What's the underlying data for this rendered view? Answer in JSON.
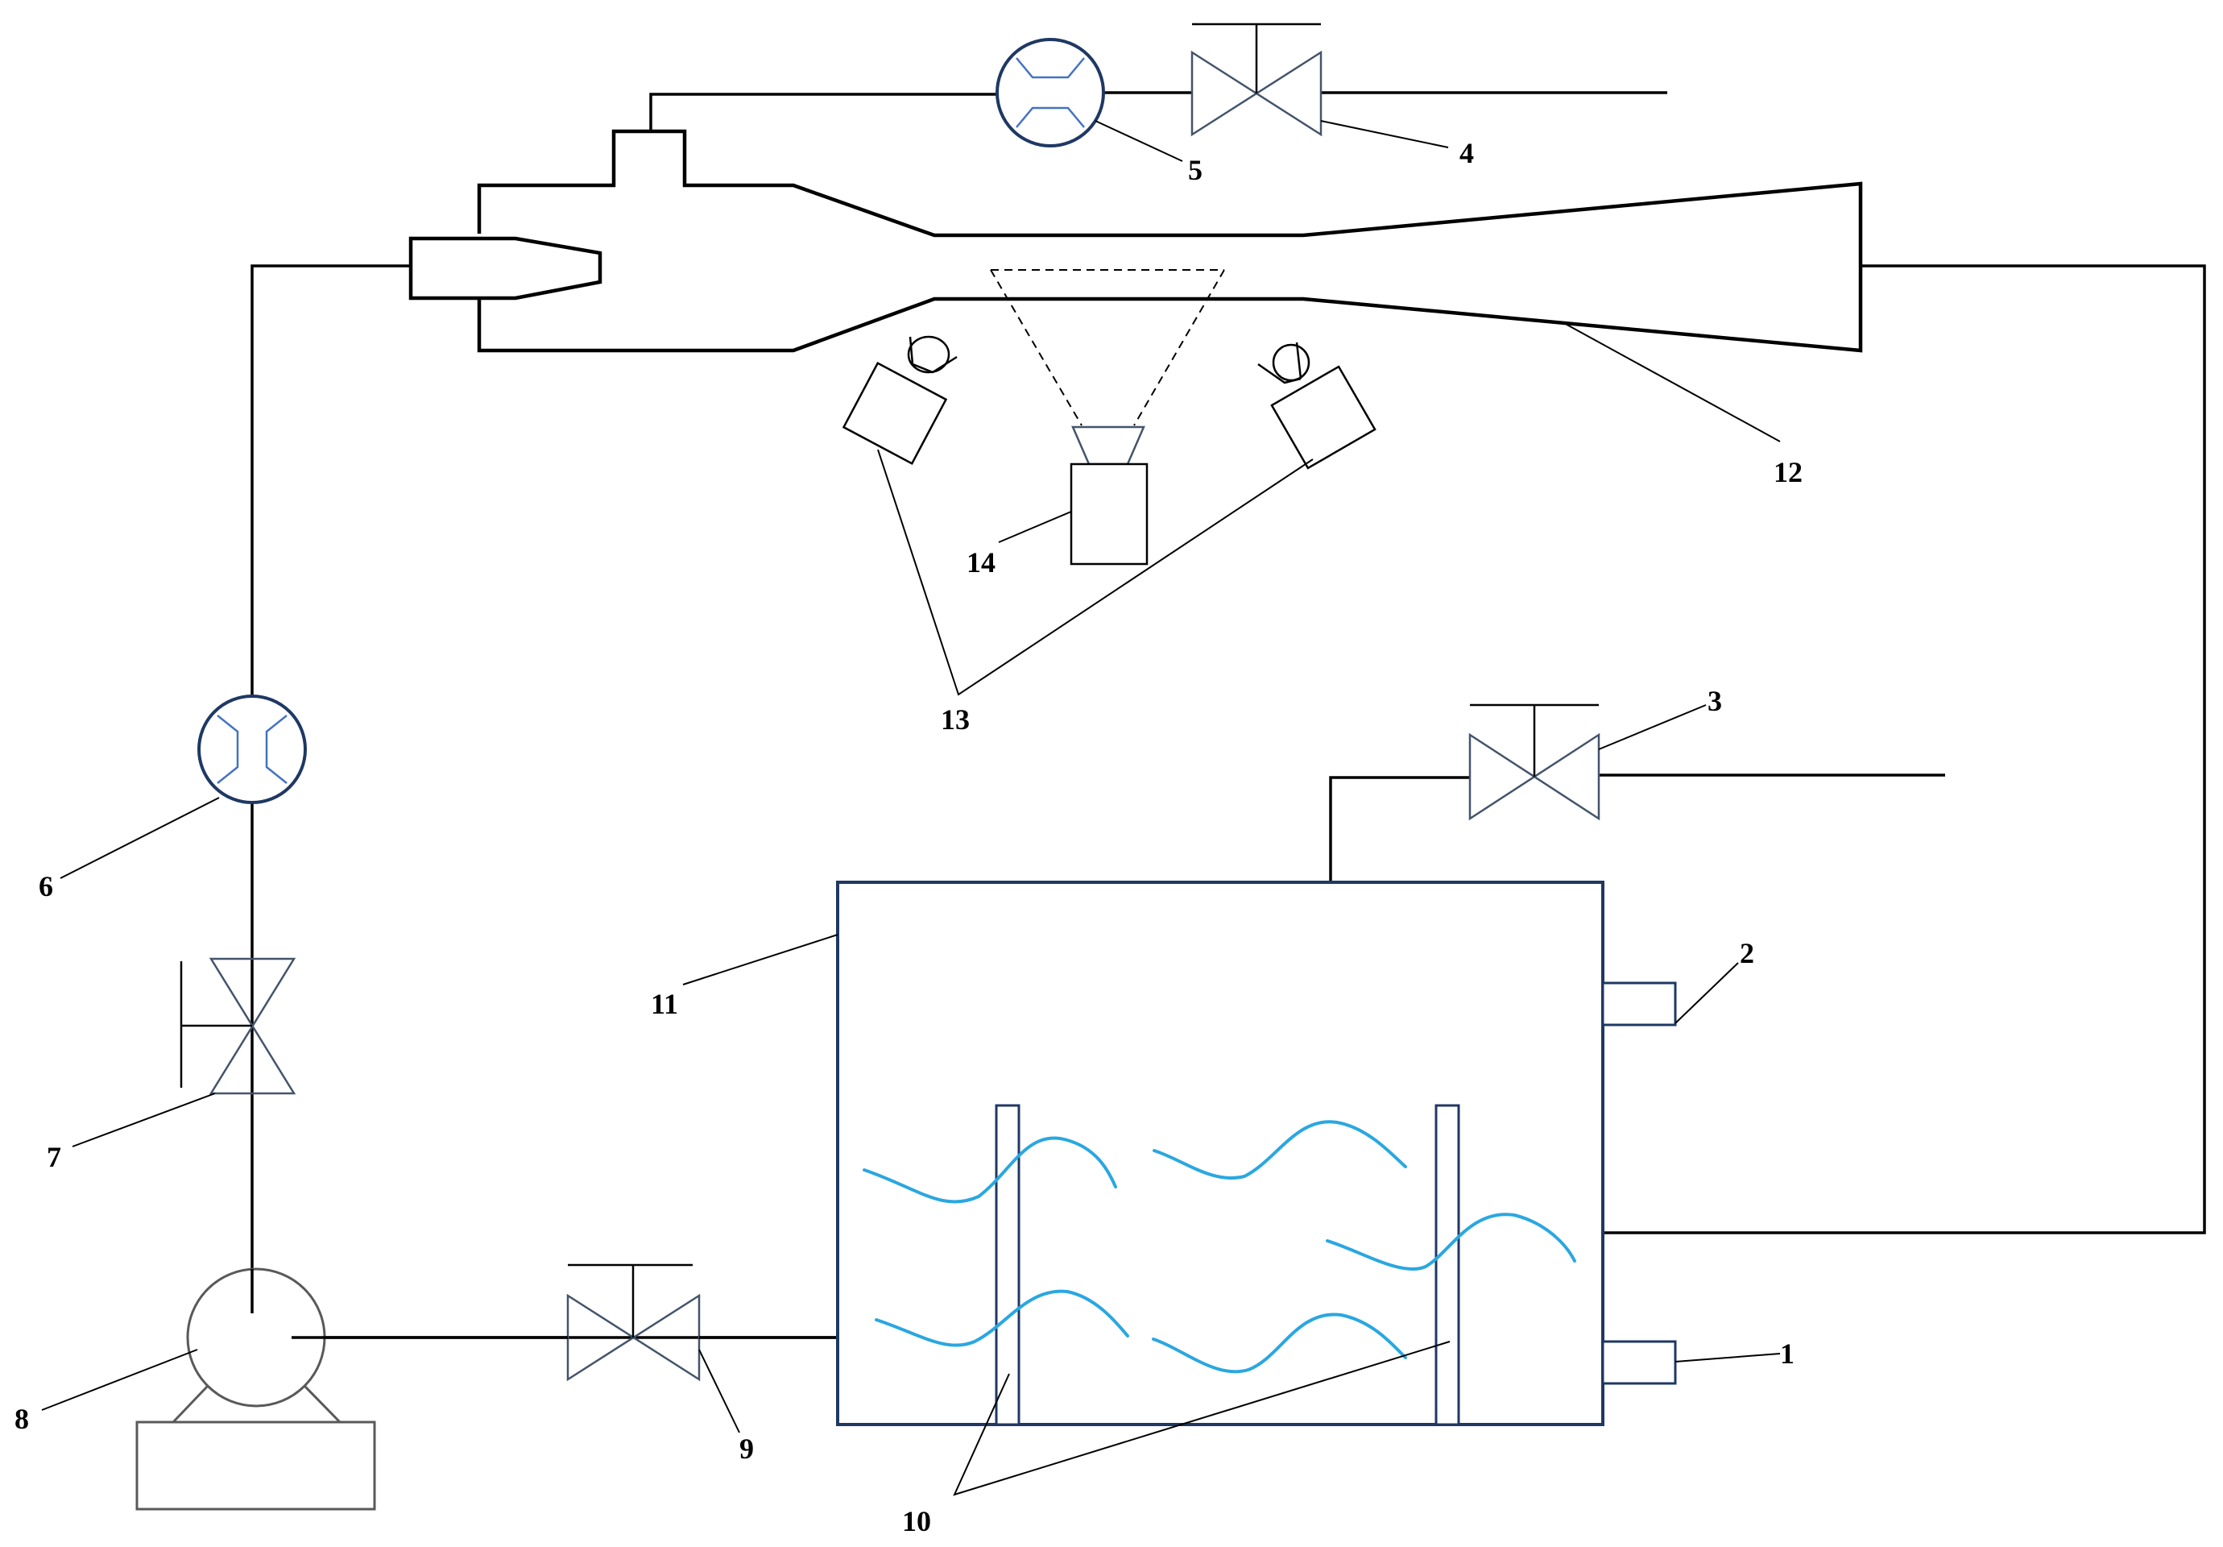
{
  "labels": {
    "l1": "1",
    "l2": "2",
    "l3": "3",
    "l4": "4",
    "l5": "5",
    "l6": "6",
    "l7": "7",
    "l8": "8",
    "l9": "9",
    "l10": "10",
    "l11": "11",
    "l12": "12",
    "l13": "13",
    "l14": "14"
  },
  "colors": {
    "line": "#000000",
    "equipment": "#1f3864",
    "valve": "#44546a",
    "flowmeter_ring": "#1f3864",
    "flowmeter_inner": "#4472c4",
    "water_wave": "#2aa7e0"
  },
  "components": {
    "valves": [
      "valve-3",
      "valve-4",
      "valve-7",
      "valve-9"
    ],
    "flowmeters": [
      "flowmeter-5",
      "flowmeter-6"
    ],
    "pump": "pump-8",
    "tank": "tank-11",
    "tunnel": "test-section-12",
    "lights": "lights-13",
    "camera": "camera-14",
    "baffles": "baffles-10",
    "ports": [
      "port-1",
      "port-2"
    ]
  }
}
